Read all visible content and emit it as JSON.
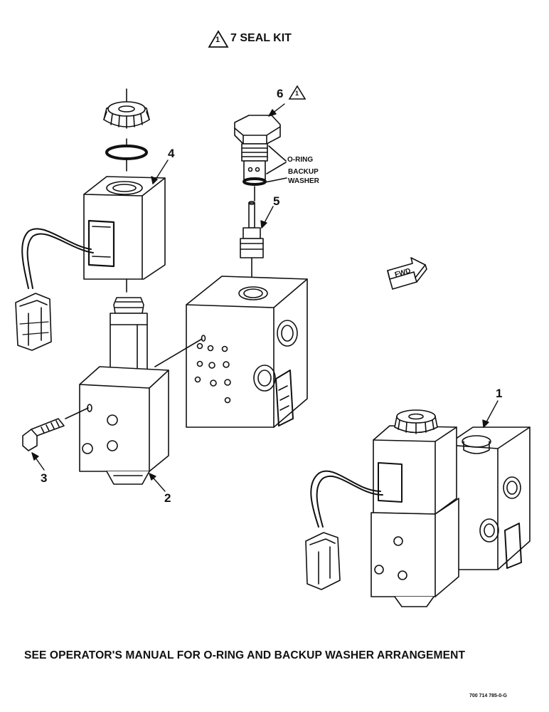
{
  "header": {
    "triangle_note": "1",
    "seal_kit_label": "7 SEAL KIT"
  },
  "callouts": {
    "item1": "1",
    "item2": "2",
    "item3": "3",
    "item4": "4",
    "item5": "5",
    "item6": "6",
    "item6_note": "1",
    "oring": "O-RING",
    "backup_line1": "BACKUP",
    "backup_line2": "WASHER",
    "fwd": "FWD"
  },
  "footer": {
    "note": "SEE OPERATOR'S MANUAL FOR O-RING AND BACKUP WASHER ARRANGEMENT",
    "part_code": "700 714 785-0-G"
  },
  "colors": {
    "ink": "#111111",
    "background": "#ffffff",
    "shade": "#555555"
  }
}
